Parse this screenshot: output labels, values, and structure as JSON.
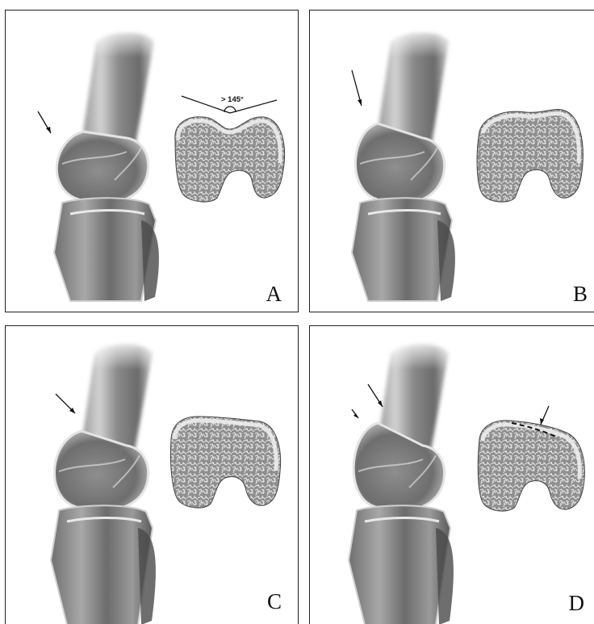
{
  "panels": [
    {
      "id": "A",
      "letter": "A",
      "angle_label": "> 145°"
    },
    {
      "id": "B",
      "letter": "B"
    },
    {
      "id": "C",
      "letter": "C"
    },
    {
      "id": "D",
      "letter": "D"
    }
  ],
  "colors": {
    "border": "#222222",
    "bone_light": "#d8d8d8",
    "bone_mid": "#8c8c8c",
    "bone_dark": "#3f3f3f",
    "cross_section_fill": "#9a9a9a",
    "cross_section_edge": "#ededed",
    "line": "#111111"
  }
}
